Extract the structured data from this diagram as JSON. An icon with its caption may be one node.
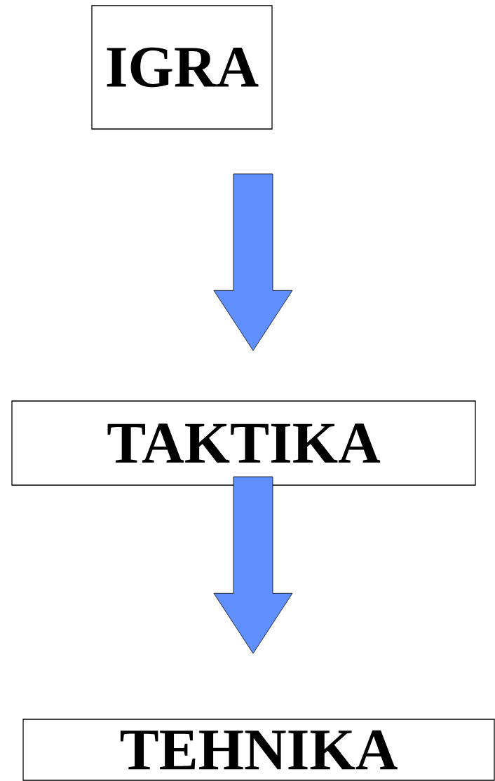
{
  "diagram": {
    "nodes": [
      {
        "text": [
          "IGRA"
        ]
      },
      {
        "text": [
          "TAKTIKA"
        ]
      },
      {
        "text": [
          "TEHNIKA"
        ]
      }
    ],
    "edges": [
      {
        "from": 0,
        "to": 1,
        "arrow": "to"
      },
      {
        "from": 1,
        "to": 2,
        "arrow": "to"
      }
    ]
  }
}
